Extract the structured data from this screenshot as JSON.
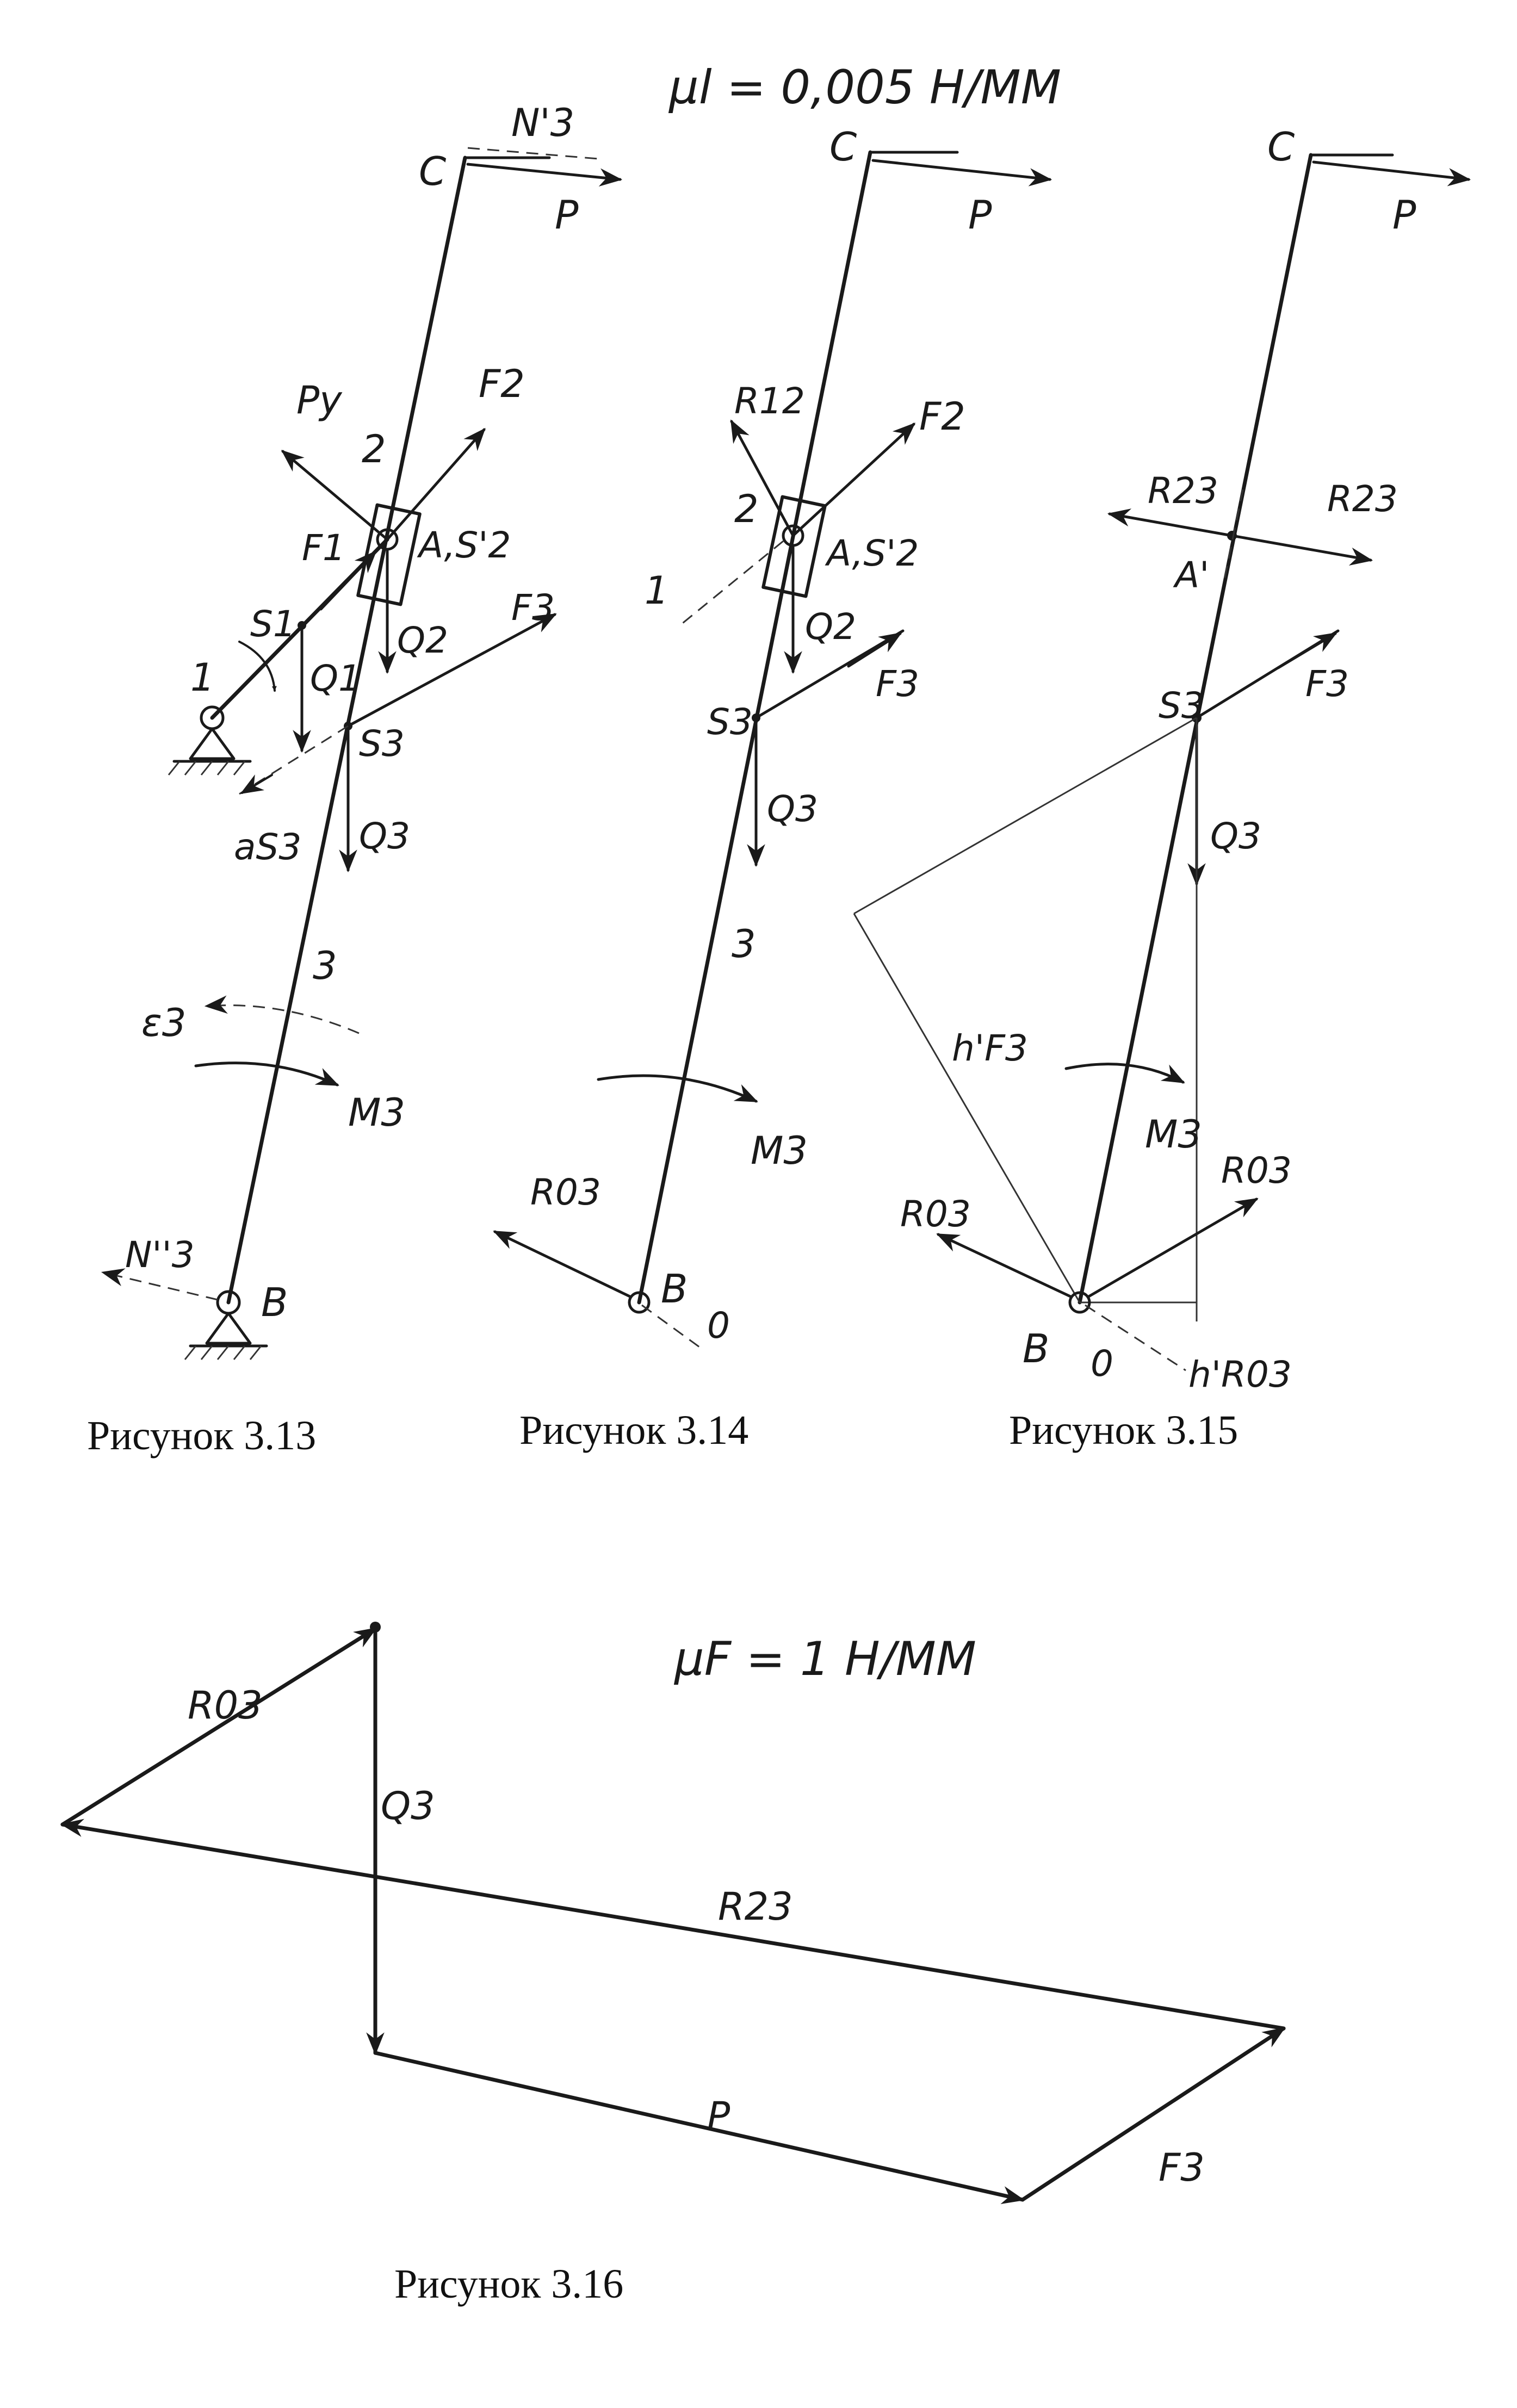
{
  "scales": {
    "length_scale": "μl = 0,005 H/MM",
    "force_scale": "μF = 1 H/MM"
  },
  "captions": {
    "fig13": "Рисунок 3.13",
    "fig14": "Рисунок 3.14",
    "fig15": "Рисунок 3.15",
    "fig16": "Рисунок 3.16"
  },
  "fig13_labels": {
    "C": "C",
    "N3p": "N'3",
    "P": "P",
    "Py": "Py",
    "link2": "2",
    "F2": "F2",
    "F1": "F1",
    "AS2": "A,S'2",
    "F3": "F3",
    "S1": "S1",
    "Q2": "Q2",
    "Q1": "Q1",
    "link1": "1",
    "S3": "S3",
    "as3": "aS3",
    "Q3": "Q3",
    "link3": "3",
    "eps3": "ε3",
    "M3": "M3",
    "N3pp": "N''3",
    "B": "B"
  },
  "fig14_labels": {
    "C": "C",
    "P": "P",
    "R12": "R12",
    "F2": "F2",
    "link2": "2",
    "AS2": "A,S'2",
    "link1": "1",
    "Q2": "Q2",
    "F3": "F3",
    "S3": "S3",
    "Q3": "Q3",
    "link3": "3",
    "M3": "M3",
    "R03": "R03",
    "B": "B",
    "O": "0"
  },
  "fig15_labels": {
    "C": "C",
    "P": "P",
    "R23L": "R23",
    "R23R": "R23",
    "Ap": "A'",
    "S3": "S3",
    "F3": "F3",
    "Q3": "Q3",
    "hF3": "h'F3",
    "M3": "M3",
    "R03R": "R03",
    "R03L": "R03",
    "B": "B",
    "O": "0",
    "hR03": "h'R03"
  },
  "fig16_labels": {
    "R03": "R03",
    "Q3": "Q3",
    "R23": "R23",
    "P": "P",
    "F3": "F3"
  }
}
